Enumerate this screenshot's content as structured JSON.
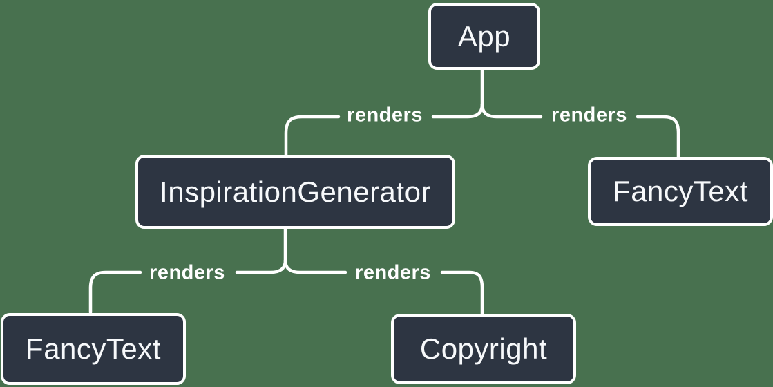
{
  "diagram": {
    "type": "component-render-tree",
    "nodes": [
      {
        "id": "app",
        "label": "App"
      },
      {
        "id": "inspiration-generator",
        "label": "InspirationGenerator"
      },
      {
        "id": "fancy-text-top",
        "label": "FancyText"
      },
      {
        "id": "fancy-text-bottom",
        "label": "FancyText"
      },
      {
        "id": "copyright",
        "label": "Copyright"
      }
    ],
    "edges": [
      {
        "from": "App",
        "to": "InspirationGenerator",
        "label": "renders"
      },
      {
        "from": "App",
        "to": "FancyText",
        "label": "renders"
      },
      {
        "from": "InspirationGenerator",
        "to": "FancyText",
        "label": "renders"
      },
      {
        "from": "InspirationGenerator",
        "to": "Copyright",
        "label": "renders"
      }
    ],
    "colors": {
      "background": "#48714F",
      "node_fill": "#2D3542",
      "node_border": "#FFFFFF",
      "line": "#FFFFFF",
      "node_text": "#F7F9FB",
      "edge_label_text": "#FFFFFF"
    }
  }
}
